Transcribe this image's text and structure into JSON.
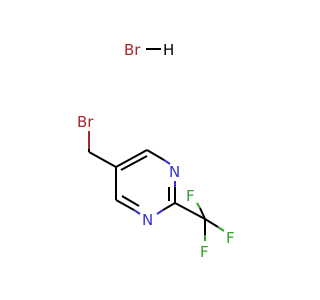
{
  "structure": {
    "salt": {
      "br": "Br",
      "h": "H"
    },
    "bromomethyl_br": "Br",
    "ring_n_top": "N",
    "ring_n_bottom": "N",
    "f_top": "F",
    "f_right": "F",
    "f_bottom": "F"
  },
  "colors": {
    "bromine": "#a62929",
    "nitrogen": "#3333cc",
    "fluorine": "#33a02c",
    "carbon_bond": "#000000"
  }
}
